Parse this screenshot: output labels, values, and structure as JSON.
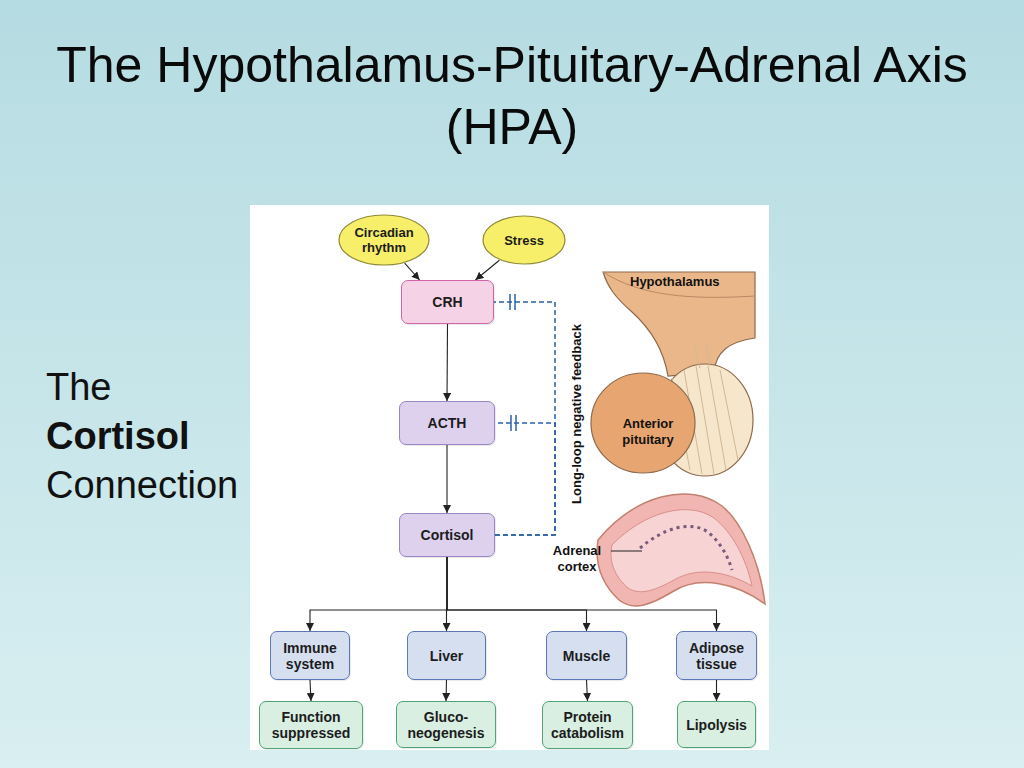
{
  "diagram": {
    "title": "The Hypothalamus-Pituitary-Adrenal Axis (HPA)",
    "nodes": [
      {
        "text": [
          "Circadian rhythm"
        ]
      },
      {
        "text": [
          "Stress"
        ]
      },
      {
        "text": [
          "CRH"
        ]
      },
      {
        "text": [
          "ACTH"
        ]
      },
      {
        "text": [
          "Cortisol"
        ]
      },
      {
        "text": [
          "Immune system"
        ]
      },
      {
        "text": [
          "Liver"
        ]
      },
      {
        "text": [
          "Muscle"
        ]
      },
      {
        "text": [
          "Adipose tissue"
        ]
      },
      {
        "text": [
          "Function suppressed"
        ]
      },
      {
        "text": [
          "Gluco- neogenesis"
        ]
      },
      {
        "text": [
          "Protein catabolism"
        ]
      },
      {
        "text": [
          "Lipolysis"
        ]
      }
    ],
    "edges": [
      {
        "from": 0,
        "to": 2,
        "arrow": "to"
      },
      {
        "from": 1,
        "to": 2,
        "arrow": "to"
      },
      {
        "from": 2,
        "to": 3,
        "arrow": "to"
      },
      {
        "from": 3,
        "to": 4,
        "arrow": "to"
      },
      {
        "from": 4,
        "to": 5,
        "arrow": "to"
      },
      {
        "from": 4,
        "to": 6,
        "arrow": "to"
      },
      {
        "from": 4,
        "to": 7,
        "arrow": "to"
      },
      {
        "from": 4,
        "to": 8,
        "arrow": "to"
      },
      {
        "from": 5,
        "to": 9,
        "arrow": "to"
      },
      {
        "from": 6,
        "to": 10,
        "arrow": "to"
      },
      {
        "from": 7,
        "to": 11,
        "arrow": "to"
      },
      {
        "from": 8,
        "to": 12,
        "arrow": "to"
      },
      {
        "from": 4,
        "to": 2,
        "arrow": "none"
      },
      {
        "from": 4,
        "to": 3,
        "arrow": "none"
      }
    ],
    "labels": [
      "The",
      "Cortisol",
      "Connection",
      "Long-loop negative feedback",
      "Hypothalamus",
      "Anterior pituitary",
      "Adrenal cortex"
    ]
  }
}
